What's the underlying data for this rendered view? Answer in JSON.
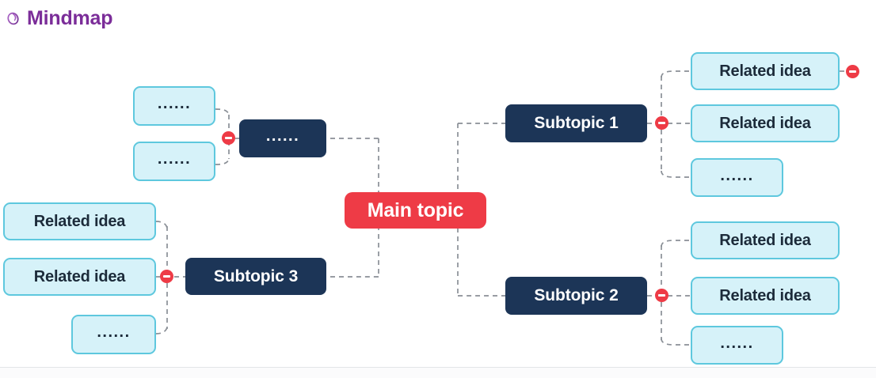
{
  "header": {
    "title": "Mindmap",
    "icon": "spiral-circle-icon",
    "title_color": "#7B2D99"
  },
  "theme": {
    "background": "#FFFFFF",
    "main_topic_color": "#EE3B46",
    "subtopic_color": "#1C3557",
    "idea_fill": "#D6F2F9",
    "idea_border": "#5EC8DE",
    "idea_text": "#1C2B3A",
    "connector_color": "#8A8F96",
    "handle_color": "#EE3B46",
    "divider_color": "#E3E5E8"
  },
  "mindmap": {
    "root": {
      "label": "Main topic",
      "type": "main"
    },
    "placeholder_dots": "......",
    "branches": [
      {
        "name": "top-left-branch",
        "node": {
          "label": "......",
          "type": "dots-dark"
        },
        "children": [
          {
            "label": "......",
            "type": "dots-light"
          },
          {
            "label": "......",
            "type": "dots-light"
          }
        ],
        "collapsed": false,
        "handle": "collapse-handle"
      },
      {
        "name": "subtopic-3-branch",
        "node": {
          "label": "Subtopic 3",
          "type": "sub"
        },
        "children": [
          {
            "label": "Related idea",
            "type": "idea"
          },
          {
            "label": "Related idea",
            "type": "idea"
          },
          {
            "label": "......",
            "type": "dots-light"
          }
        ],
        "collapsed": false,
        "handle": "collapse-handle"
      },
      {
        "name": "subtopic-1-branch",
        "node": {
          "label": "Subtopic 1",
          "type": "sub"
        },
        "children": [
          {
            "label": "Related idea",
            "type": "idea",
            "handle": "collapse-handle"
          },
          {
            "label": "Related idea",
            "type": "idea"
          },
          {
            "label": "......",
            "type": "dots-light"
          }
        ],
        "collapsed": false,
        "handle": "collapse-handle"
      },
      {
        "name": "subtopic-2-branch",
        "node": {
          "label": "Subtopic 2",
          "type": "sub"
        },
        "children": [
          {
            "label": "Related idea",
            "type": "idea"
          },
          {
            "label": "Related idea",
            "type": "idea"
          },
          {
            "label": "......",
            "type": "dots-light"
          }
        ],
        "collapsed": false,
        "handle": "collapse-handle"
      }
    ]
  }
}
